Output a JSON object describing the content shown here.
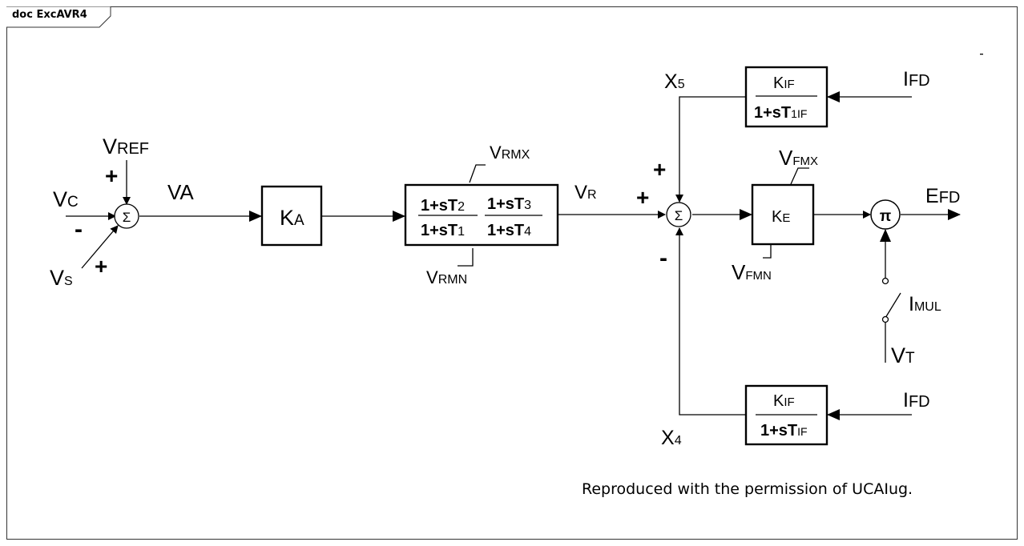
{
  "frame": {
    "title": "doc ExcAVR4"
  },
  "inputs": {
    "vc": {
      "main": "V",
      "sub": "C"
    },
    "vref": {
      "main": "V",
      "sub": "REF"
    },
    "vs": {
      "main": "V",
      "sub": "S"
    },
    "va": {
      "main": "VA"
    },
    "vr": {
      "main": "V",
      "sub": "R"
    },
    "ifd_top": {
      "main": "I",
      "sub": "FD"
    },
    "ifd_bottom": {
      "main": "I",
      "sub": "FD"
    },
    "vt": {
      "main": "V",
      "sub": "T"
    },
    "imul": {
      "main": "I",
      "sub": "MUL"
    },
    "efd": {
      "main": "E",
      "sub": "FD"
    },
    "x5": {
      "main": "X",
      "sub": "5"
    },
    "x4": {
      "main": "X",
      "sub": "4"
    }
  },
  "limits": {
    "vrmx": {
      "main": "V",
      "sub": "RMX"
    },
    "vrmn": {
      "main": "V",
      "sub": "RMN"
    },
    "vfmx": {
      "main": "V",
      "sub": "FMX"
    },
    "vfmn": {
      "main": "V",
      "sub": "FMN"
    }
  },
  "signs": {
    "sum1_ref": "+",
    "sum1_vc": "-",
    "sum1_vs": "+",
    "sum2_top": "+",
    "sum2_left": "+",
    "sum2_bottom": "-"
  },
  "blocks": {
    "ka": {
      "main": "K",
      "sub": "A"
    },
    "ke": {
      "main": "K",
      "sub": "E"
    },
    "leadlag": {
      "num1": {
        "main": "1+sT",
        "sub": "2"
      },
      "den1": {
        "main": "1+sT",
        "sub": "1"
      },
      "num2": {
        "main": "1+sT",
        "sub": "3"
      },
      "den2": {
        "main": "1+sT",
        "sub": "4"
      }
    },
    "kif_top": {
      "num": {
        "main": "K",
        "sub": "IF"
      },
      "den": {
        "main": "1+sT",
        "sub": "1IF"
      }
    },
    "kif_bottom": {
      "num": {
        "main": "K",
        "sub": "IF"
      },
      "den": {
        "main": "1+sT",
        "sub": "IF"
      }
    }
  },
  "junctions": {
    "sum_symbol": "Σ",
    "pi_symbol": "π"
  },
  "footer": {
    "credit": "Reproduced with the permission of UCAIug."
  }
}
